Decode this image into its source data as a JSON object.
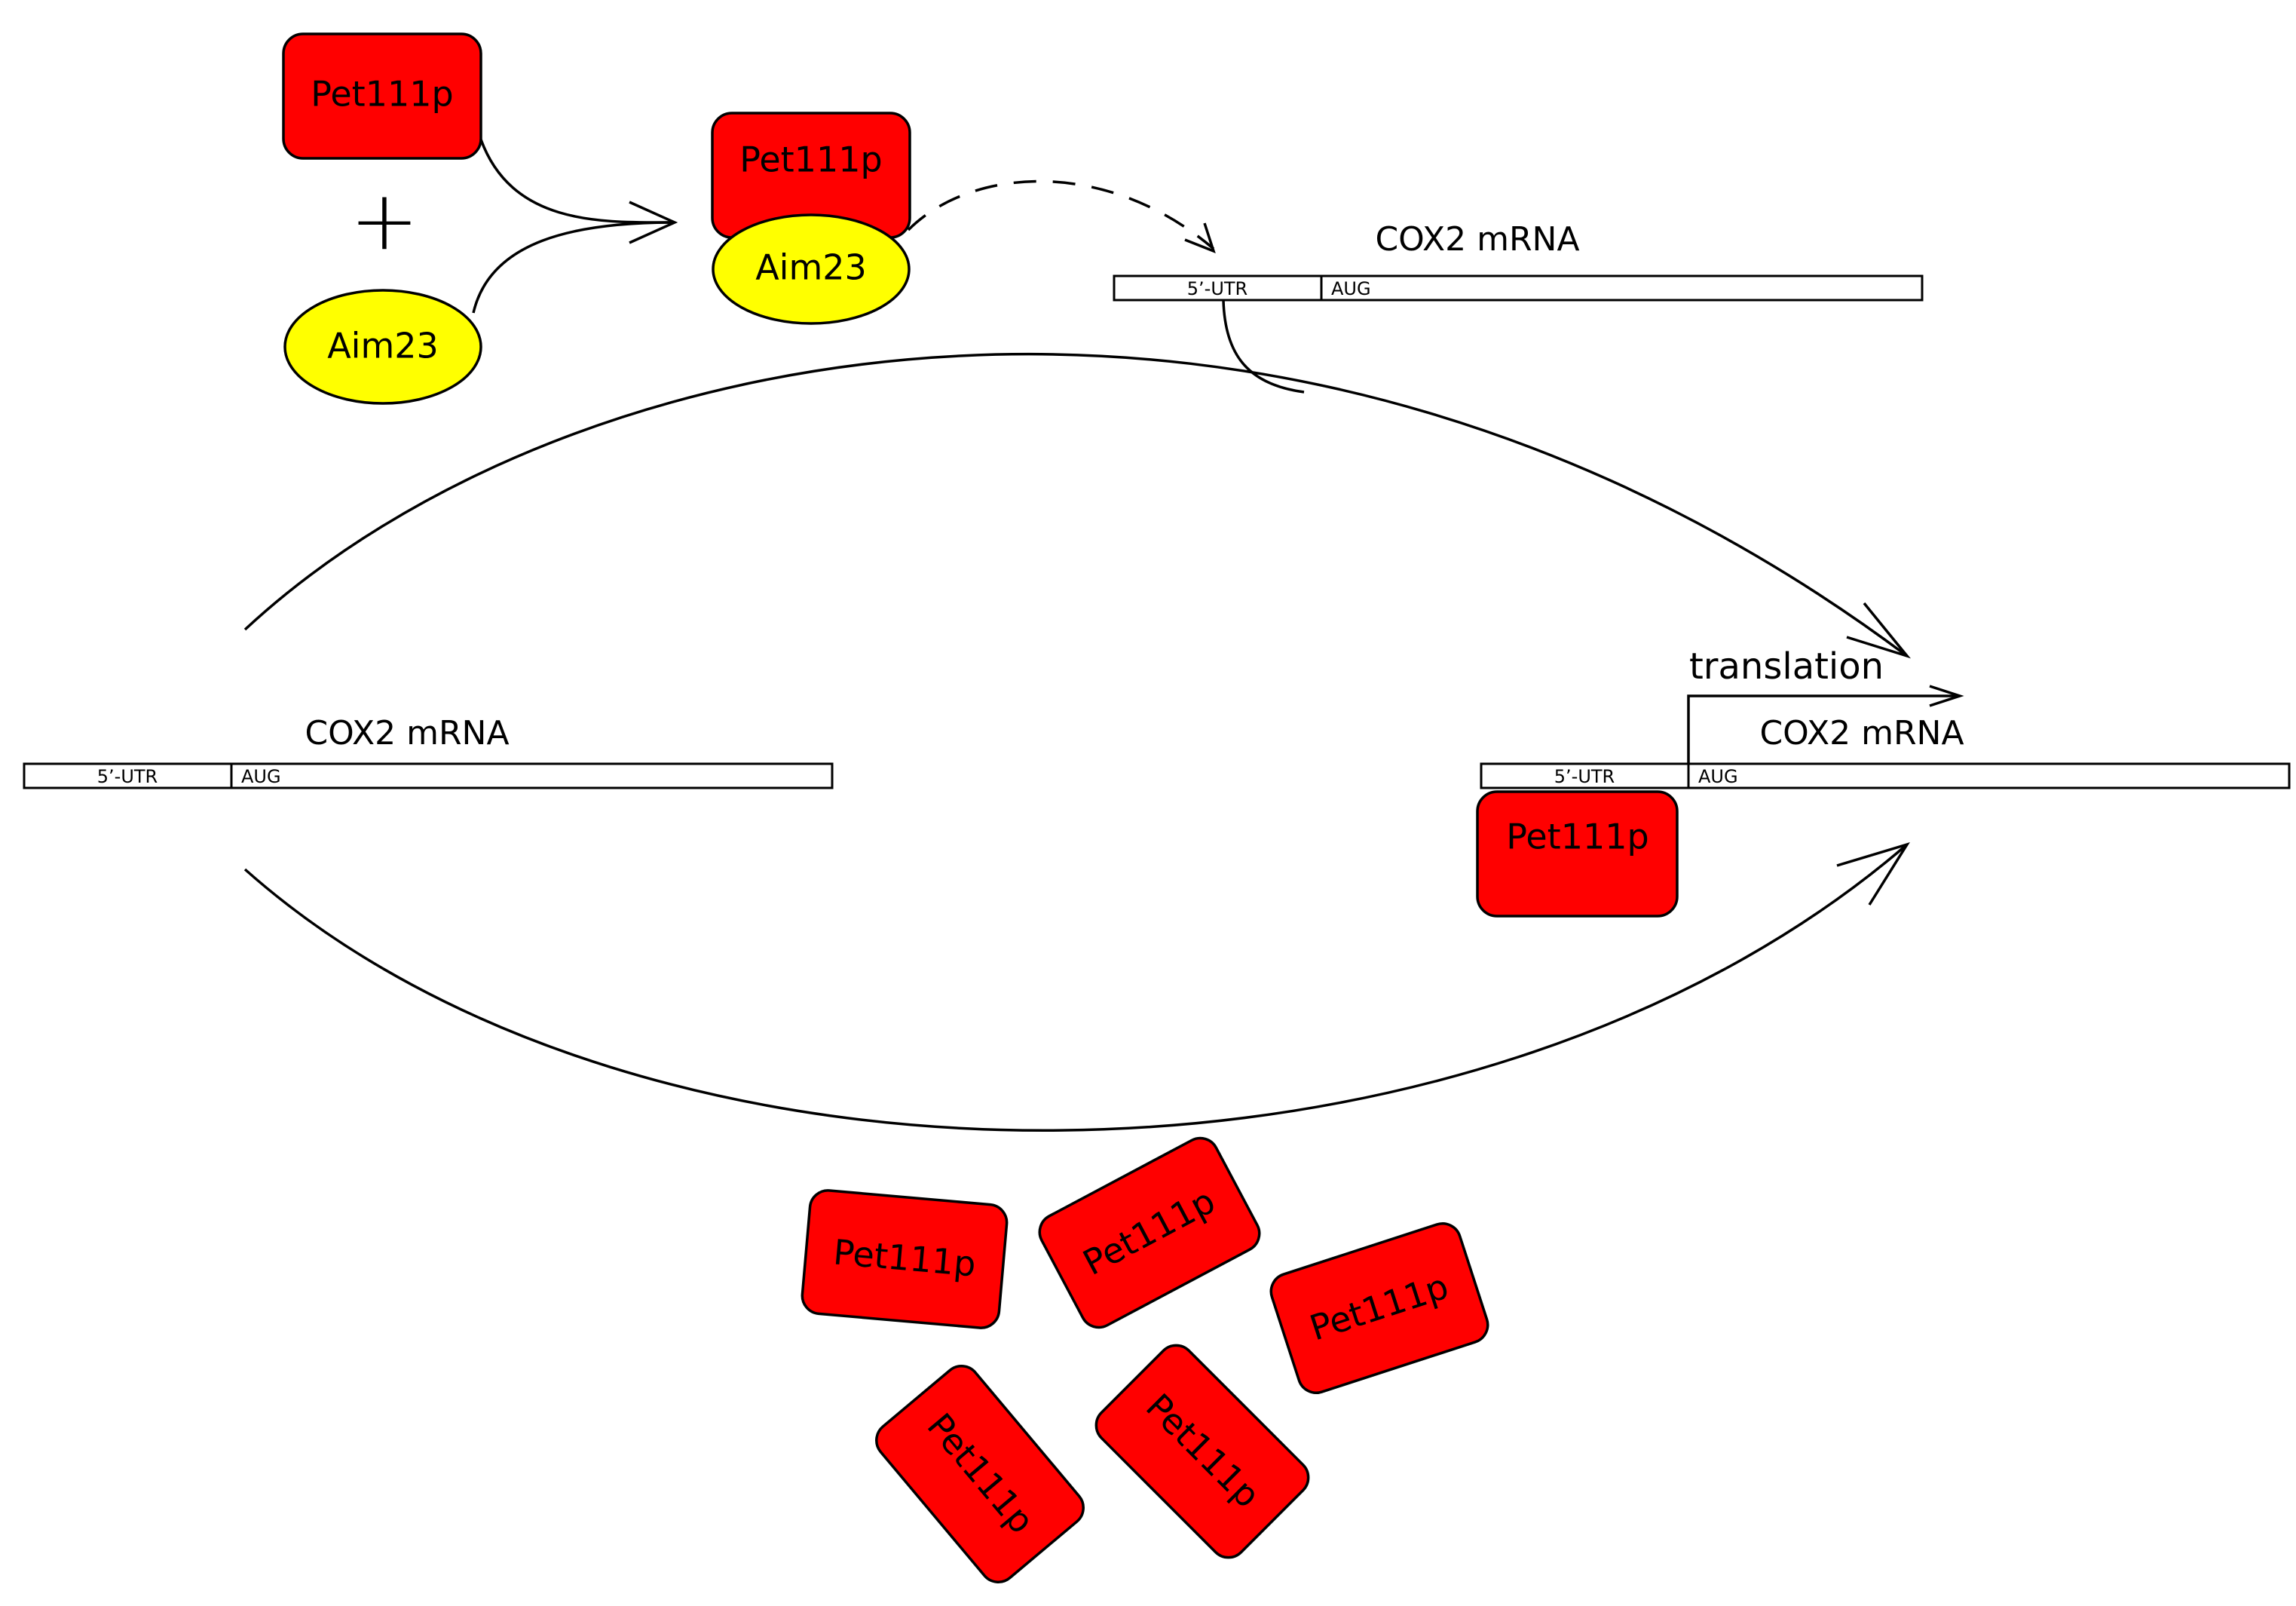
{
  "colors": {
    "pet111p_fill": "#ff0000",
    "aim23_fill": "#ffff00",
    "line": "#000000",
    "background": "#ffffff"
  },
  "proteins": {
    "pet111p": "Pet111p",
    "aim23": "Aim23"
  },
  "symbols": {
    "plus": "+"
  },
  "mrna": {
    "name": "COX2 mRNA",
    "utr": "5’-UTR",
    "start_codon": "AUG"
  },
  "process": {
    "translation": "translation"
  }
}
